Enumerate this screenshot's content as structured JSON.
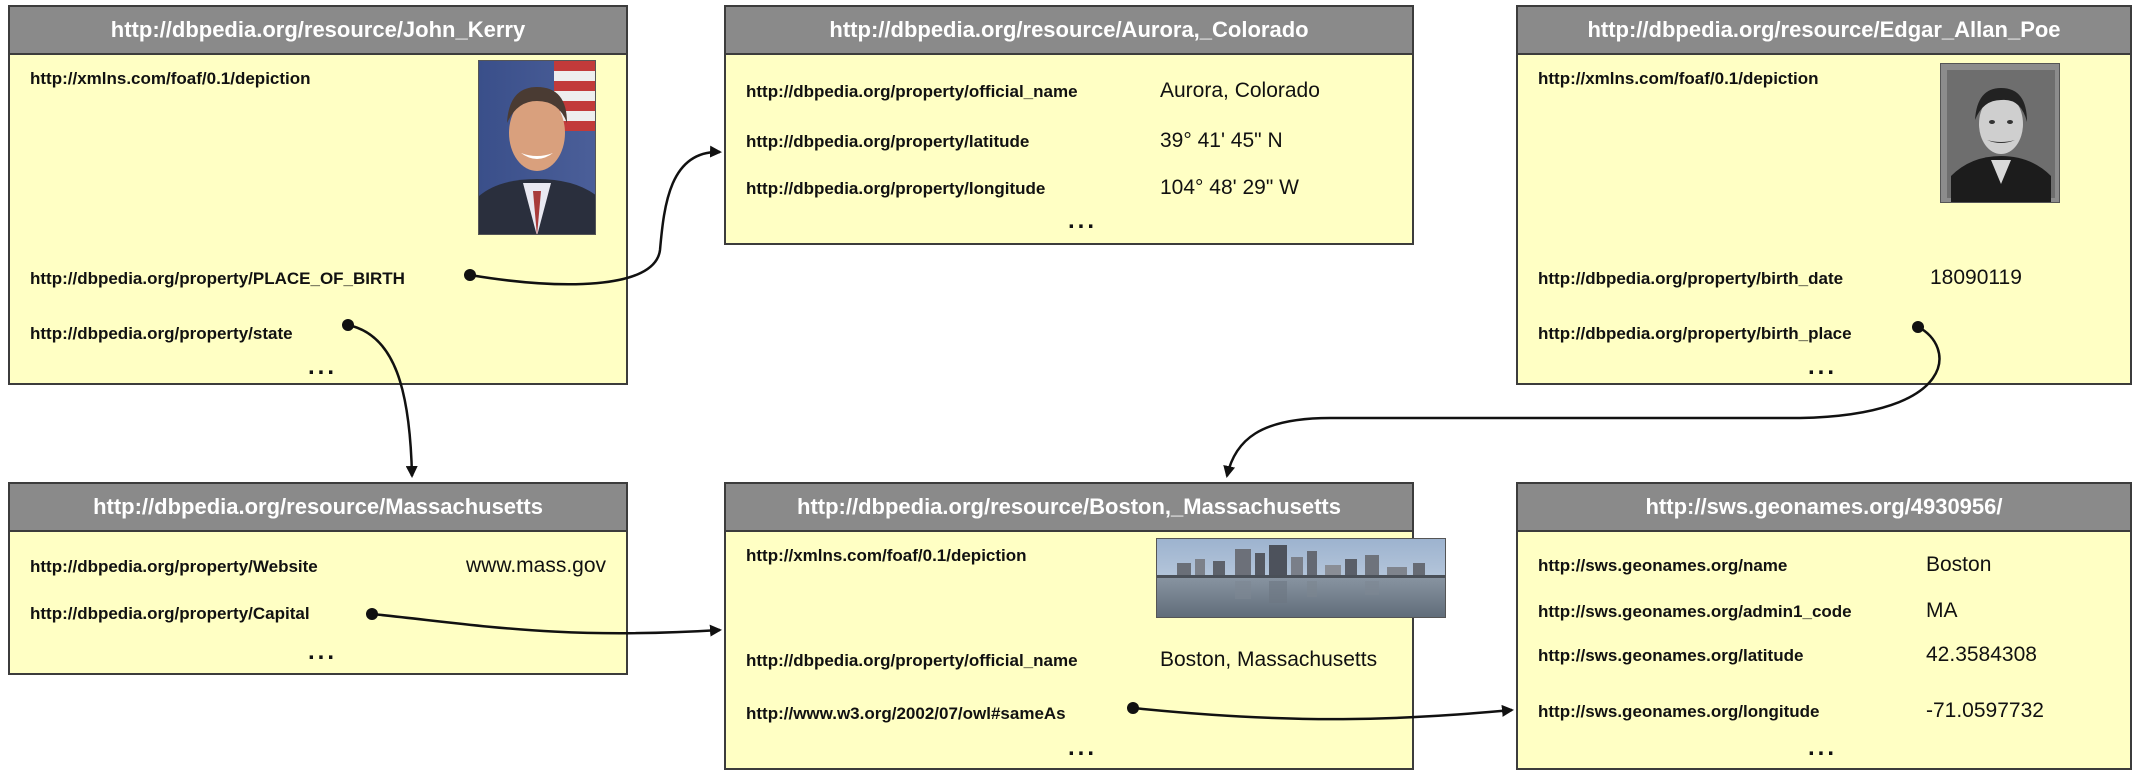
{
  "colors": {
    "box_fill": "#ffffc4",
    "header_fill": "#8a8a8a",
    "border": "#3c3c3c",
    "arrow": "#111111"
  },
  "boxes": {
    "kerry": {
      "title": "http://dbpedia.org/resource/John_Kerry",
      "p1": "http://xmlns.com/foaf/0.1/depiction",
      "p2": "http://dbpedia.org/property/PLACE_OF_BIRTH",
      "p3": "http://dbpedia.org/property/state",
      "dots": "..."
    },
    "aurora": {
      "title": "http://dbpedia.org/resource/Aurora,_Colorado",
      "p1": "http://dbpedia.org/property/official_name",
      "v1": "Aurora, Colorado",
      "p2": "http://dbpedia.org/property/latitude",
      "v2": "39° 41' 45\"  N",
      "p3": "http://dbpedia.org/property/longitude",
      "v3": "104° 48' 29\"  W",
      "dots": "..."
    },
    "poe": {
      "title": "http://dbpedia.org/resource/Edgar_Allan_Poe",
      "p1": "http://xmlns.com/foaf/0.1/depiction",
      "p2": "http://dbpedia.org/property/birth_date",
      "v2": "18090119",
      "p3": "http://dbpedia.org/property/birth_place",
      "dots": "..."
    },
    "mass": {
      "title": "http://dbpedia.org/resource/Massachusetts",
      "p1": "http://dbpedia.org/property/Website",
      "v1": "www.mass.gov",
      "p2": "http://dbpedia.org/property/Capital",
      "dots": "..."
    },
    "boston": {
      "title": "http://dbpedia.org/resource/Boston,_Massachusetts",
      "p1": "http://xmlns.com/foaf/0.1/depiction",
      "p2": "http://dbpedia.org/property/official_name",
      "v2": "Boston, Massachusetts",
      "p3": "http://www.w3.org/2002/07/owl#sameAs",
      "dots": "..."
    },
    "geonames": {
      "title": "http://sws.geonames.org/4930956/",
      "p1": "http://sws.geonames.org/name",
      "v1": "Boston",
      "p2": "http://sws.geonames.org/admin1_code",
      "v2": "MA",
      "p3": "http://sws.geonames.org/latitude",
      "v3": "42.3584308",
      "p4": "http://sws.geonames.org/longitude",
      "v4": "-71.0597732",
      "dots": "..."
    }
  }
}
